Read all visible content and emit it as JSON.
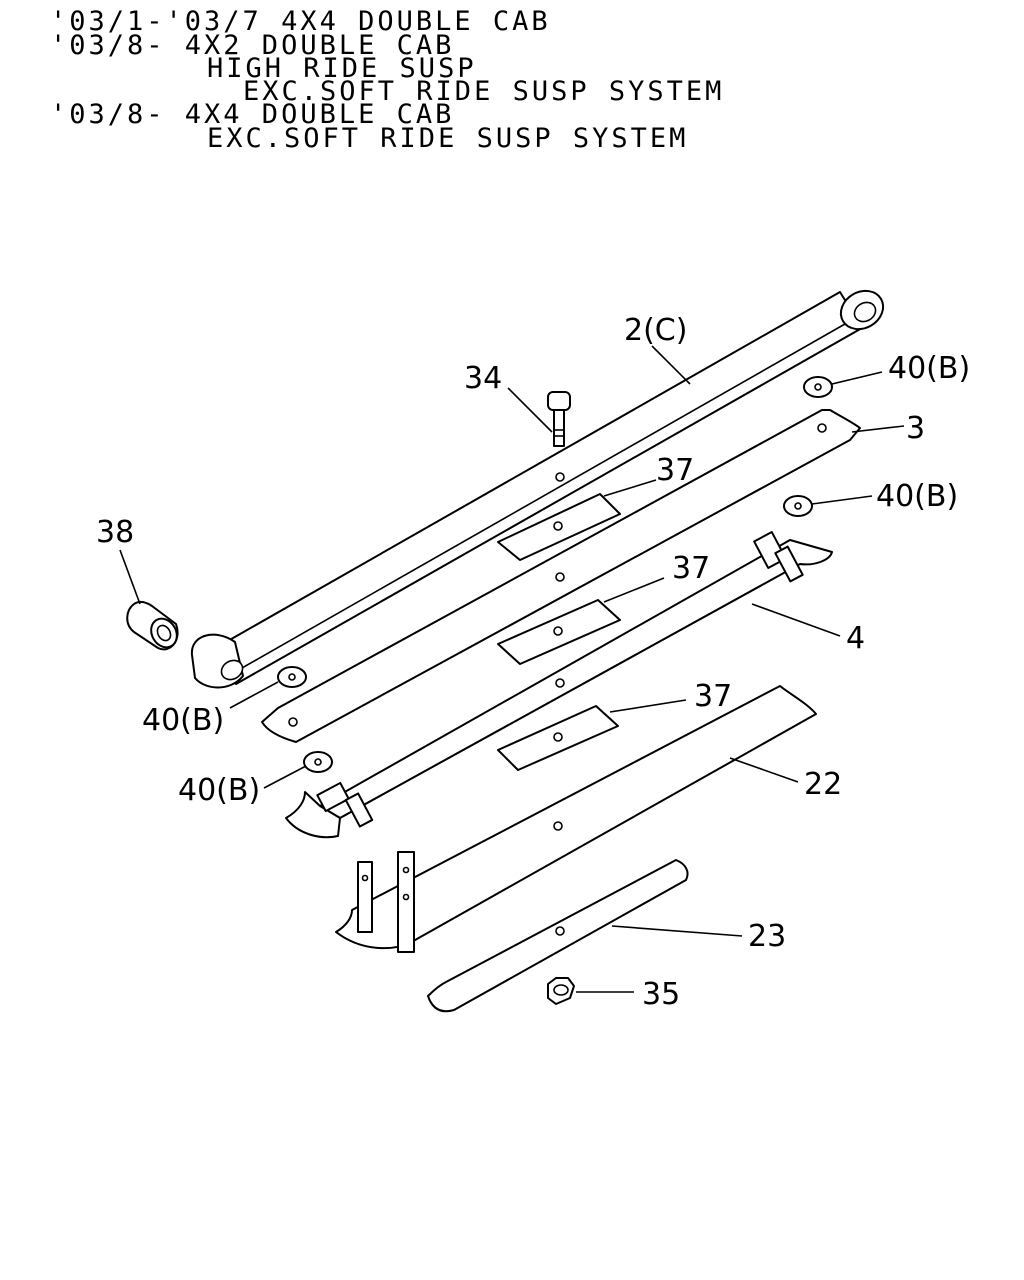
{
  "header": {
    "lines": [
      "'03/1-'03/7 4X4 DOUBLE CAB",
      "'03/8- 4X2 DOUBLE CAB",
      "HIGH RIDE SUSP",
      "EXC.SOFT RIDE SUSP SYSTEM",
      "'03/8- 4X4 DOUBLE CAB",
      "EXC.SOFT RIDE SUSP SYSTEM"
    ]
  },
  "callouts": {
    "c2": "2(C)",
    "c34": "34",
    "c40a": "40(B)",
    "c3": "3",
    "c37a": "37",
    "c40b": "40(B)",
    "c38": "38",
    "c37b": "37",
    "c4": "4",
    "c40c": "40(B)",
    "c37c": "37",
    "c40d": "40(B)",
    "c22": "22",
    "c23": "23",
    "c35": "35"
  }
}
